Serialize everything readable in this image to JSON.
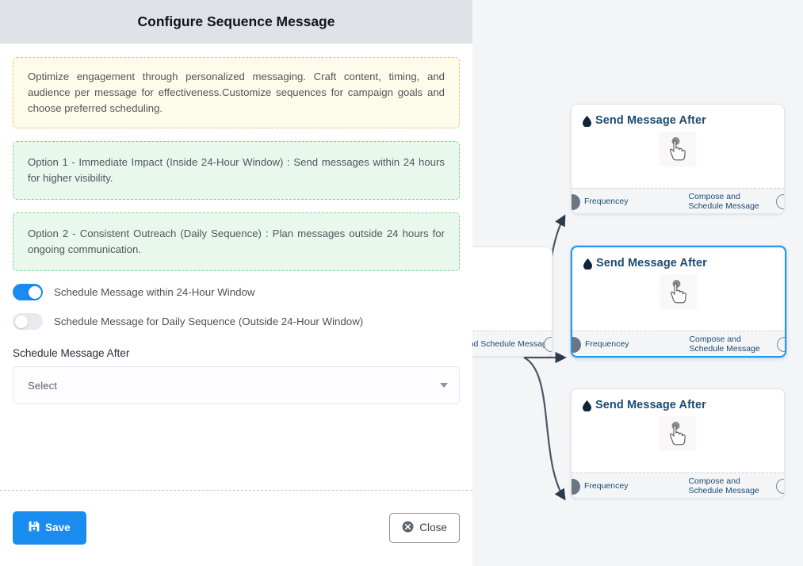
{
  "panel": {
    "title": "Configure Sequence Message",
    "info_callout": "Optimize engagement through personalized messaging. Craft content, timing, and audience per message for effectiveness.Customize sequences for campaign goals and choose preferred scheduling.",
    "option_1": "Option 1 - Immediate Impact (Inside 24-Hour Window) : Send messages within 24 hours for higher visibility.",
    "option_2": "Option 2 - Consistent Outreach (Daily Sequence) : Plan messages outside 24 hours for ongoing communication.",
    "toggles": [
      {
        "label": "Schedule Message within 24-Hour Window",
        "state": "on"
      },
      {
        "label": "Schedule Message for Daily Sequence (Outside 24-Hour Window)",
        "state": "off"
      }
    ],
    "schedule_field": {
      "label": "Schedule Message After",
      "value": "Select"
    },
    "footer": {
      "save_label": "Save",
      "close_label": "Close"
    }
  },
  "canvas": {
    "nodes": [
      {
        "title": "Send Message After",
        "target_handle_label": "Frequencey",
        "source_handle_label": "Compose and Schedule Message",
        "selected": false
      },
      {
        "title": "Send Message After",
        "target_handle_label": "Frequencey",
        "source_handle_label": "Compose and Schedule Message",
        "selected": true
      },
      {
        "title": "Send Message After",
        "target_handle_label": "Frequencey",
        "source_handle_label": "Compose and Schedule Message",
        "selected": false
      }
    ],
    "upstream_node": {
      "source_handle_label": "Compose and Schedule Message"
    }
  },
  "colors": {
    "accent_blue": "#1a8cf0",
    "selected_node_border": "#2196f3",
    "node_title": "#1b4b72",
    "info_border": "#f0c36d",
    "info_bg": "#fdfbe9",
    "option_border": "#7bd492",
    "option_bg": "#e9f8ec",
    "canvas_bg": "#f4f5f7",
    "header_bg": "#dfe3e7",
    "edge_stroke": "#4c5663"
  },
  "icons": {
    "droplet": "droplet-icon",
    "hand_pointer": "hand-pointer-icon",
    "save": "save-icon",
    "close": "close-circle-icon",
    "caret": "chevron-down-icon"
  }
}
